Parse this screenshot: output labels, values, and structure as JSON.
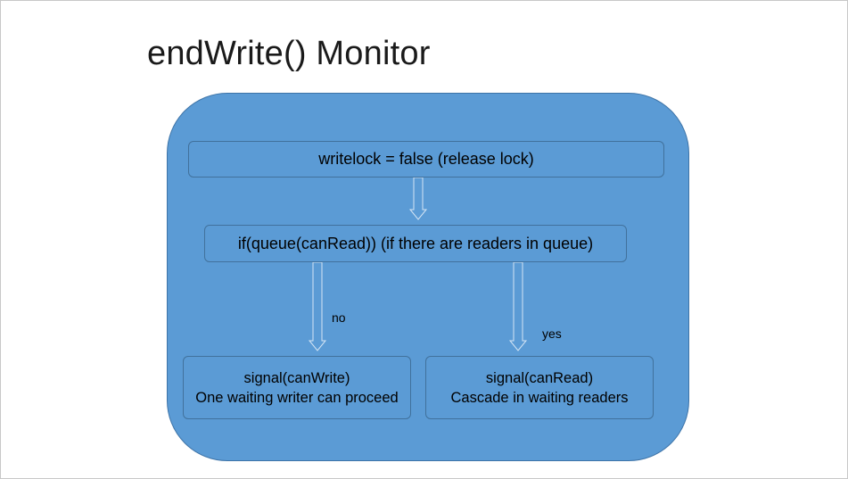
{
  "slide": {
    "title": "endWrite() Monitor"
  },
  "flow": {
    "release_step": "writelock = false (release lock)",
    "condition_step": "if(queue(canRead))  (if there are readers in queue)",
    "no_label": "no",
    "yes_label": "yes",
    "write_branch": {
      "line1": "signal(canWrite)",
      "line2": "One waiting writer can proceed"
    },
    "read_branch": {
      "line1": "signal(canRead)",
      "line2": "Cascade in waiting readers"
    }
  },
  "colors": {
    "panel_fill": "#5b9bd5",
    "panel_border": "#3e74a8",
    "box_border": "#41719c",
    "arrow_fill": "#5b9bd5",
    "arrow_stroke": "#a9c8e8"
  }
}
